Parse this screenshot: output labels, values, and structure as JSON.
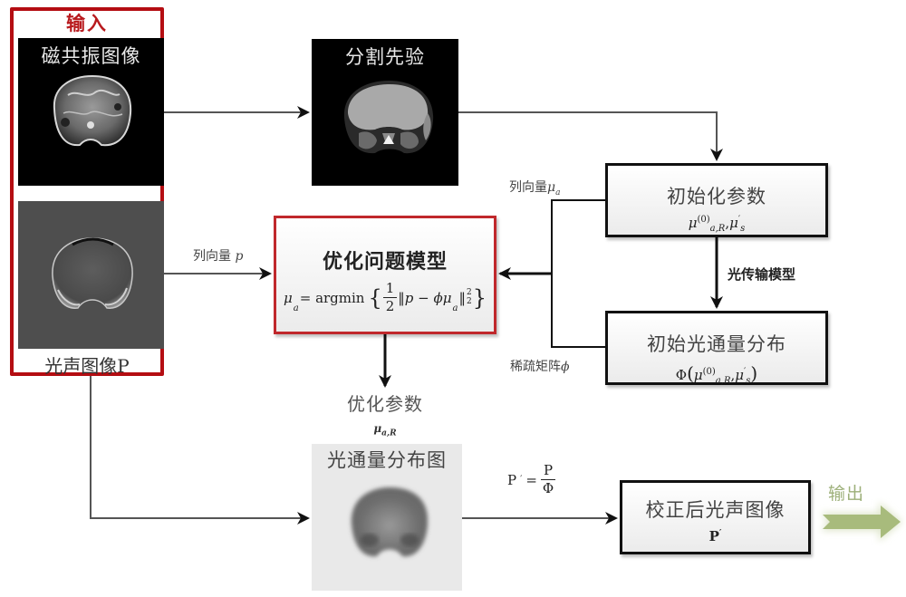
{
  "input": {
    "title": "输入",
    "mri_label": "磁共振图像",
    "pa_label": "光声图像P"
  },
  "segmentation": {
    "label": "分割先验"
  },
  "init_params": {
    "title": "初始化参数",
    "formula": {
      "mu_a": "μ",
      "sub": "a,R",
      "sup": "(0)",
      "sep": ",",
      "mu_s": "μ",
      "sub_s": "s",
      "prime": "′"
    }
  },
  "light_transport_label": "光传输模型",
  "initial_flux": {
    "title": "初始光通量分布",
    "formula": {
      "phi": "Φ",
      "open": "(",
      "mu_a": "μ",
      "sub": "a,R",
      "sup": "(0)",
      "sep": ",",
      "mu_s": "μ",
      "sub_s": "s",
      "prime": "′",
      "close": ")"
    }
  },
  "optimization": {
    "title": "优化问题模型",
    "formula": {
      "lhs": "μ",
      "lhs_sub": "a",
      "eq": " = argmin",
      "lbrace": "{",
      "half_num": "1",
      "half_den": "2",
      "norm_open": "‖p − ϕμ",
      "inner_sub": "a",
      "norm_close": "‖",
      "sup": "2",
      "sub": "2",
      "rbrace": "}"
    }
  },
  "labels": {
    "column_vector_mu": "列向量",
    "column_vector_mu_sym": "μ",
    "column_vector_mu_sub": "a",
    "column_vector_p": "列向量",
    "column_vector_p_sym": "p",
    "sparse_matrix": "稀疏矩阵",
    "sparse_matrix_sym": "ϕ"
  },
  "optimized_params": {
    "label": "优化参数",
    "symbol": "μ",
    "symbol_sub": "a,R"
  },
  "flux_map": {
    "label": "光通量分布图"
  },
  "correction_formula": {
    "lhs": "P",
    "prime": "′",
    "eq": "=",
    "num": "P",
    "den": "Φ"
  },
  "corrected": {
    "title": "校正后光声图像",
    "symbol": "P",
    "prime": "′"
  },
  "output": {
    "label": "输出"
  },
  "colors": {
    "input_frame": "#b40d12",
    "opt_frame": "#c0282c",
    "output_arrow": "#a8bb7c",
    "connector": "#444444"
  }
}
